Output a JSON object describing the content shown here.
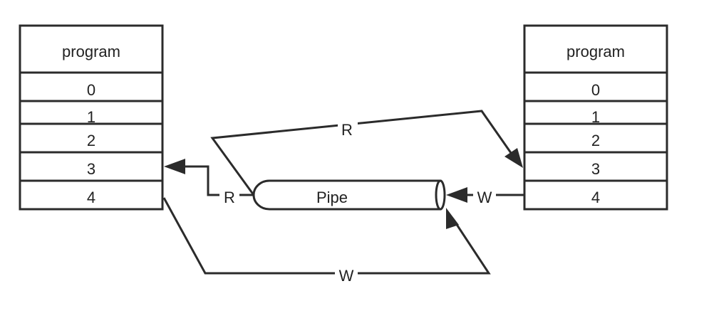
{
  "left_program": {
    "title": "program",
    "slots": [
      "0",
      "1",
      "2",
      "3",
      "4"
    ]
  },
  "right_program": {
    "title": "program",
    "slots": [
      "0",
      "1",
      "2",
      "3",
      "4"
    ]
  },
  "pipe": {
    "label": "Pipe"
  },
  "edges": {
    "read_left": "R",
    "read_right": "R",
    "write_right": "W",
    "write_bottom": "W"
  }
}
